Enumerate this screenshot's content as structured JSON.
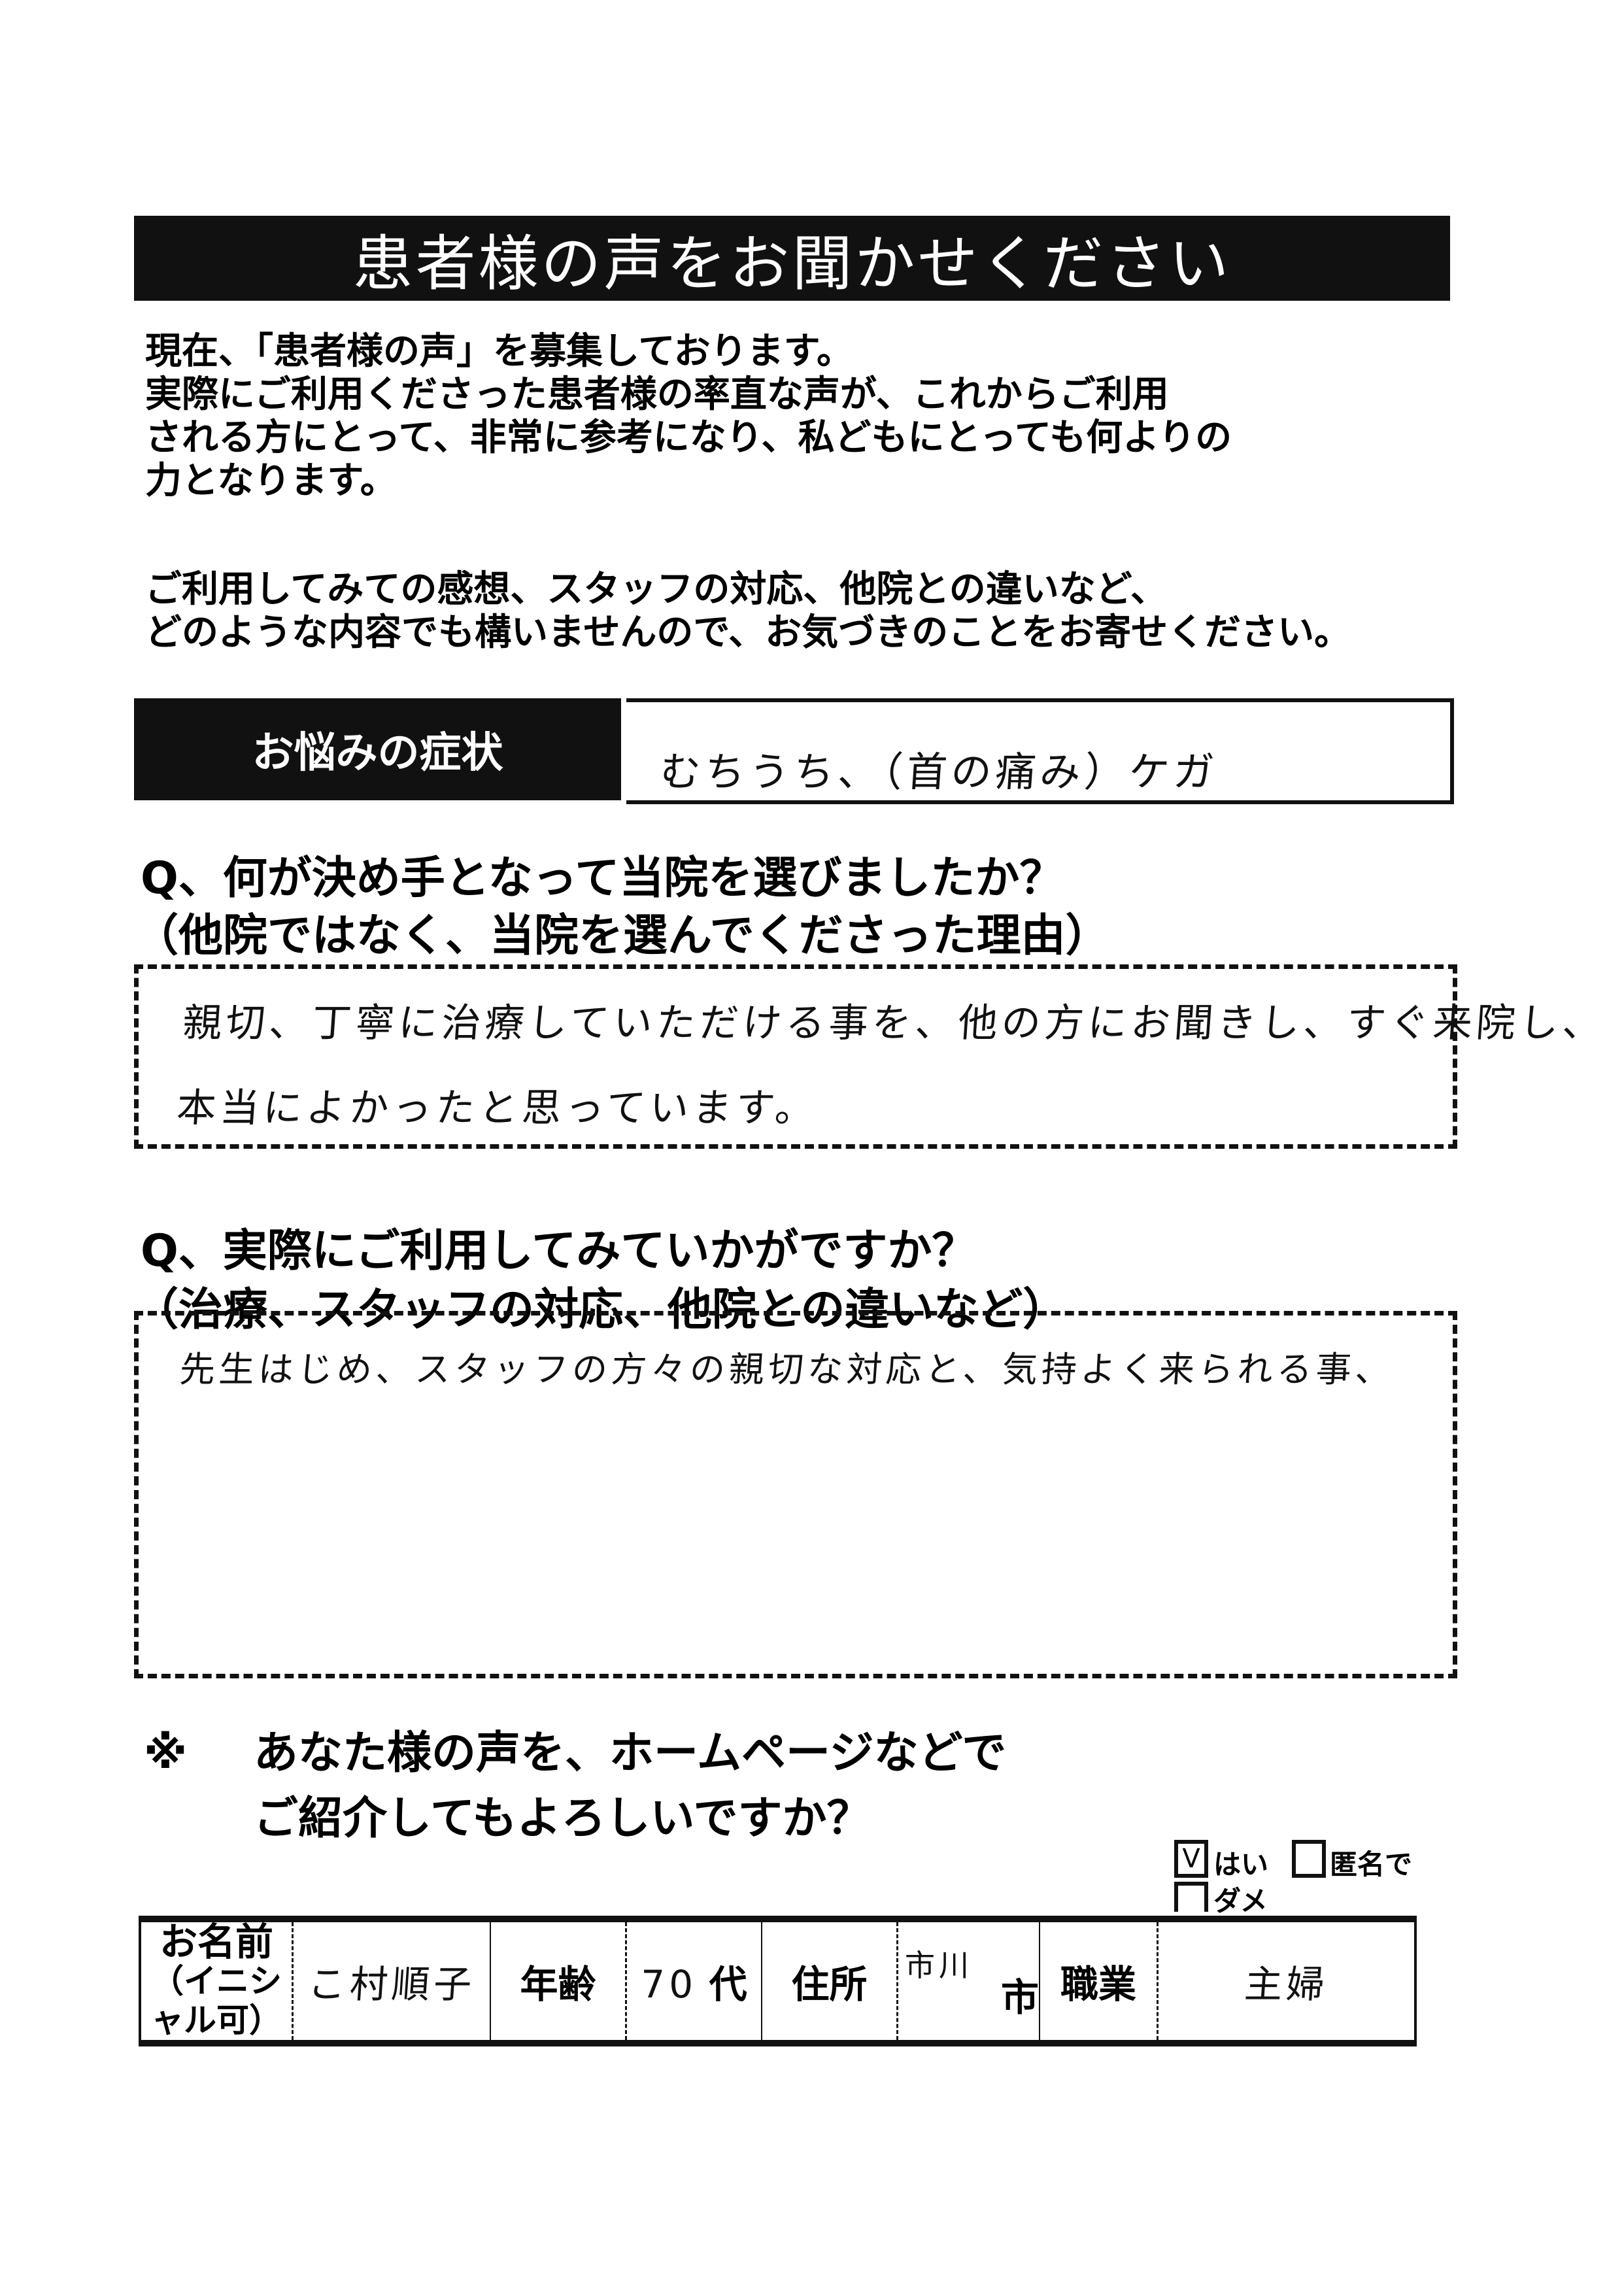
{
  "title": "患者様の声をお聞かせください",
  "intro": {
    "lines": [
      "現在、「患者様の声」を募集しております。",
      "実際にご利用くださった患者様の率直な声が、これからご利用",
      "される方にとって、非常に参考になり、私どもにとっても何よりの",
      "力となります。"
    ],
    "lines2": [
      "ご利用してみての感想、スタッフの対応、他院との違いなど、",
      "どのような内容でも構いませんので、お気づきのことをお寄せください。"
    ]
  },
  "symptoms": {
    "label": "お悩みの症状",
    "value": "むちうち、（首の痛み）ケガ"
  },
  "q1": {
    "question": "Q、何が決め手となって当院を選びましたか？",
    "sub": "（他院ではなく、当院を選んでくださった理由）",
    "answer_lines": [
      "親切、丁寧に治療していただける事を、他の方にお聞きし、すぐ来院し、",
      "本当によかったと思っています。"
    ]
  },
  "q2": {
    "question": "Q、実際にご利用してみていかがですか？",
    "sub": "（治療、スタッフの対応、他院との違いなど）",
    "answer_lines": [
      "先生はじめ、スタッフの方々の親切な対応と、気持よく来られる事、"
    ]
  },
  "consent": {
    "mark": "※",
    "line1": "あなた様の声を、ホームページなどで",
    "line2": "ご紹介してもよろしいですか？",
    "options": {
      "yes": {
        "label": "はい",
        "checked": true,
        "mark": "V"
      },
      "anonymous": {
        "label": "匿名で",
        "checked": false
      },
      "no": {
        "label": "ダメ",
        "checked": false
      }
    }
  },
  "info": {
    "name_label": "お名前",
    "name_sub": "（イニシャル可）",
    "name_value": "こ村順子",
    "age_label": "年齢",
    "age_value": "70",
    "age_suffix": "代",
    "address_label": "住所",
    "address_value": "市川",
    "address_suffix": "市",
    "job_label": "職業",
    "job_value": "主婦"
  }
}
